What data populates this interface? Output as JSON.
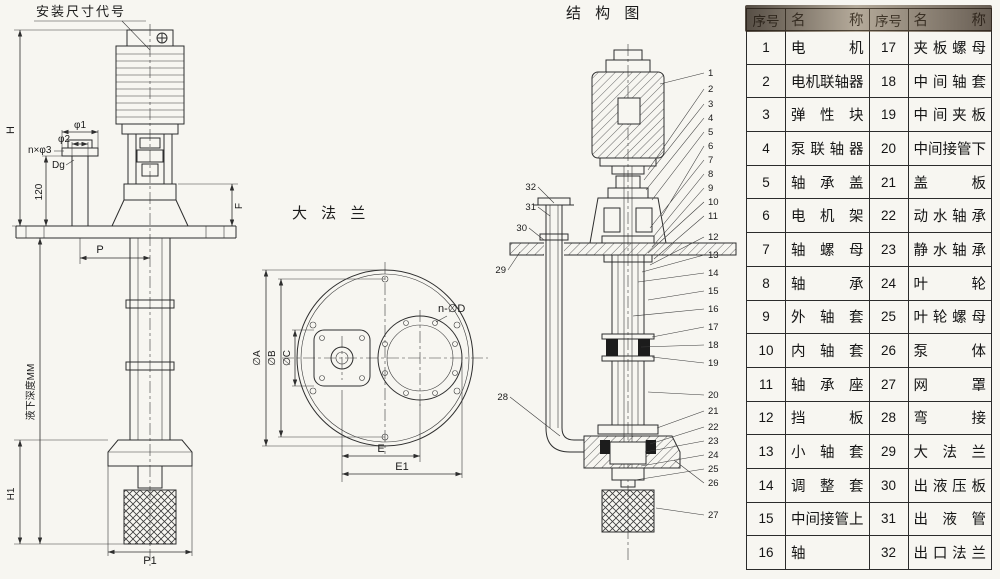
{
  "colors": {
    "background": "#f7f6f1",
    "line": "#2e2e2e",
    "section_fill": "#1c1c1c"
  },
  "titles": {
    "install": "安装尺寸代号",
    "flange": "大 法 兰",
    "structure": "结 构 图"
  },
  "install": {
    "dims": {
      "H": "H",
      "phi1": "φ1",
      "phi2": "φ2",
      "n_phi3": "n×φ3",
      "Dg": "Dg",
      "d120": "120",
      "F": "F",
      "P": "P",
      "depth": "液下深度MM",
      "H1": "H1",
      "P1": "P1"
    }
  },
  "flange": {
    "dims": {
      "A": "∅A",
      "B": "∅B",
      "C": "∅C",
      "nD": "n-∅D",
      "E": "E",
      "E1": "E1"
    }
  },
  "structure": {
    "right_labels": [
      "1",
      "2",
      "3",
      "4",
      "5",
      "6",
      "7",
      "8",
      "9",
      "10",
      "11",
      "12",
      "13",
      "14",
      "15",
      "16",
      "17",
      "18",
      "19",
      "20",
      "21",
      "22",
      "23",
      "24",
      "25",
      "26",
      "27"
    ],
    "left_labels": [
      "32",
      "31",
      "30",
      "29",
      "28"
    ]
  },
  "parts_table": {
    "headers": [
      "序号",
      "名 称",
      "序号",
      "名 称"
    ],
    "rows": [
      [
        "1",
        "电机",
        "17",
        "夹板螺母"
      ],
      [
        "2",
        "电机联轴器",
        "18",
        "中间轴套"
      ],
      [
        "3",
        "弹性块",
        "19",
        "中间夹板"
      ],
      [
        "4",
        "泵联轴器",
        "20",
        "中间接管下"
      ],
      [
        "5",
        "轴承盖",
        "21",
        "盖板"
      ],
      [
        "6",
        "电机架",
        "22",
        "动水轴承"
      ],
      [
        "7",
        "轴螺母",
        "23",
        "静水轴承"
      ],
      [
        "8",
        "轴承",
        "24",
        "叶轮"
      ],
      [
        "9",
        "外轴套",
        "25",
        "叶轮螺母"
      ],
      [
        "10",
        "内轴套",
        "26",
        "泵体"
      ],
      [
        "11",
        "轴承座",
        "27",
        "网罩"
      ],
      [
        "12",
        "挡板",
        "28",
        "弯接"
      ],
      [
        "13",
        "小轴套",
        "29",
        "大法兰"
      ],
      [
        "14",
        "调整套",
        "30",
        "出液压板"
      ],
      [
        "15",
        "中间接管上",
        "31",
        "出液管"
      ],
      [
        "16",
        "轴",
        "32",
        "出口法兰"
      ]
    ]
  }
}
